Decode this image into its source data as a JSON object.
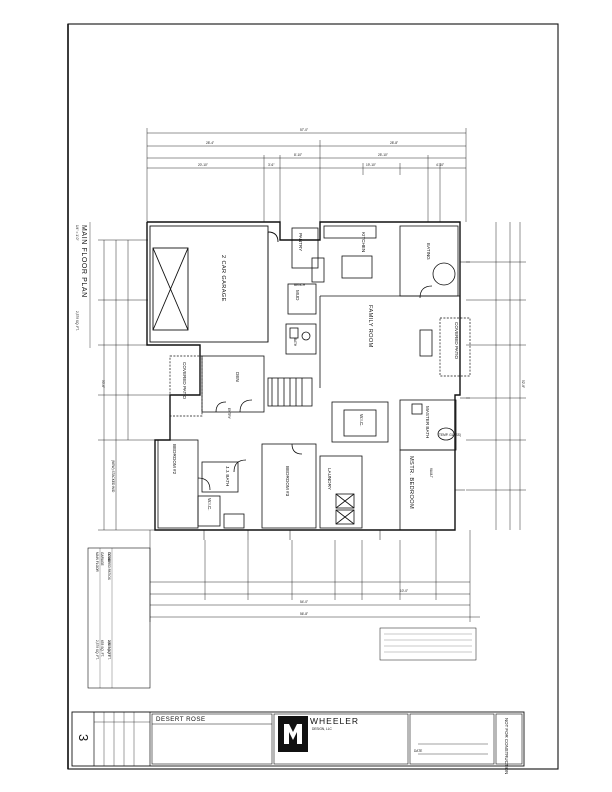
{
  "plan": {
    "title": "MAIN FLOOR PLAN",
    "scale": "1/4\" = 1'-0\"",
    "sqft": "2,379 SQ. FT.",
    "rooms": {
      "garage": "2 CAR GARAGE",
      "pantry": "PANTRY",
      "kitchen": "KITCHEN",
      "eating": "EATING",
      "mud": "MUD",
      "bench": "BENCH",
      "bath": "BATH",
      "family": "FAMILY ROOM",
      "covered_patio_r": "COVERED PATIO",
      "covered_patio_l": "COVERED PATIO",
      "den": "DEN",
      "entry": "ENTRY",
      "wic": "W.I.C.",
      "master_bath": "MASTER BATH",
      "master_bedroom": "MSTR. BEDROOM",
      "bedroom2": "BEDROOM #2",
      "bedroom3": "BEDROOM #3",
      "jj_bath": "J.J. BATH",
      "wic2": "W.I.C.",
      "laundry": "LAUNDRY",
      "vault": "VAULT",
      "stacked_washer": "(NEW) STACKED W/D",
      "temp_glass": "(TEMP. GLASS)"
    },
    "dims": {
      "overall_top": "57'-0\"",
      "top_left": "28'-4\"",
      "top_right": "28'-8\"",
      "top_seg1": "20'-10\"",
      "top_seg2": "3'-6\"",
      "top_seg3": "8'-10\"",
      "top_seg4": "19'-10\"",
      "top_seg5": "4'-10\"",
      "top_seg6": "25'-10\"",
      "left_overall": "50'-6\"",
      "right_overall": "52'-8\"",
      "bottom_overall": "56'-8\"",
      "bottom_total": "54'-0\"",
      "bottom_seg": "10'-0\""
    },
    "area_table": {
      "rows": [
        "MAIN FLOOR",
        "GARAGE",
        "COVERED PATIOS",
        "TOTAL"
      ],
      "values": [
        "2,379 SQ. FT.",
        "653 SQ. FT.",
        "295 SQ. FT.",
        "3,327 SQ. FT."
      ]
    }
  },
  "title_block": {
    "sheet_number": "3",
    "project_name": "DESERT ROSE",
    "firm_name": "WHEELER",
    "firm_sub": "DESIGN, LLC",
    "stamp": "NOT FOR CONSTRUCTION",
    "date_label": "DATE"
  }
}
